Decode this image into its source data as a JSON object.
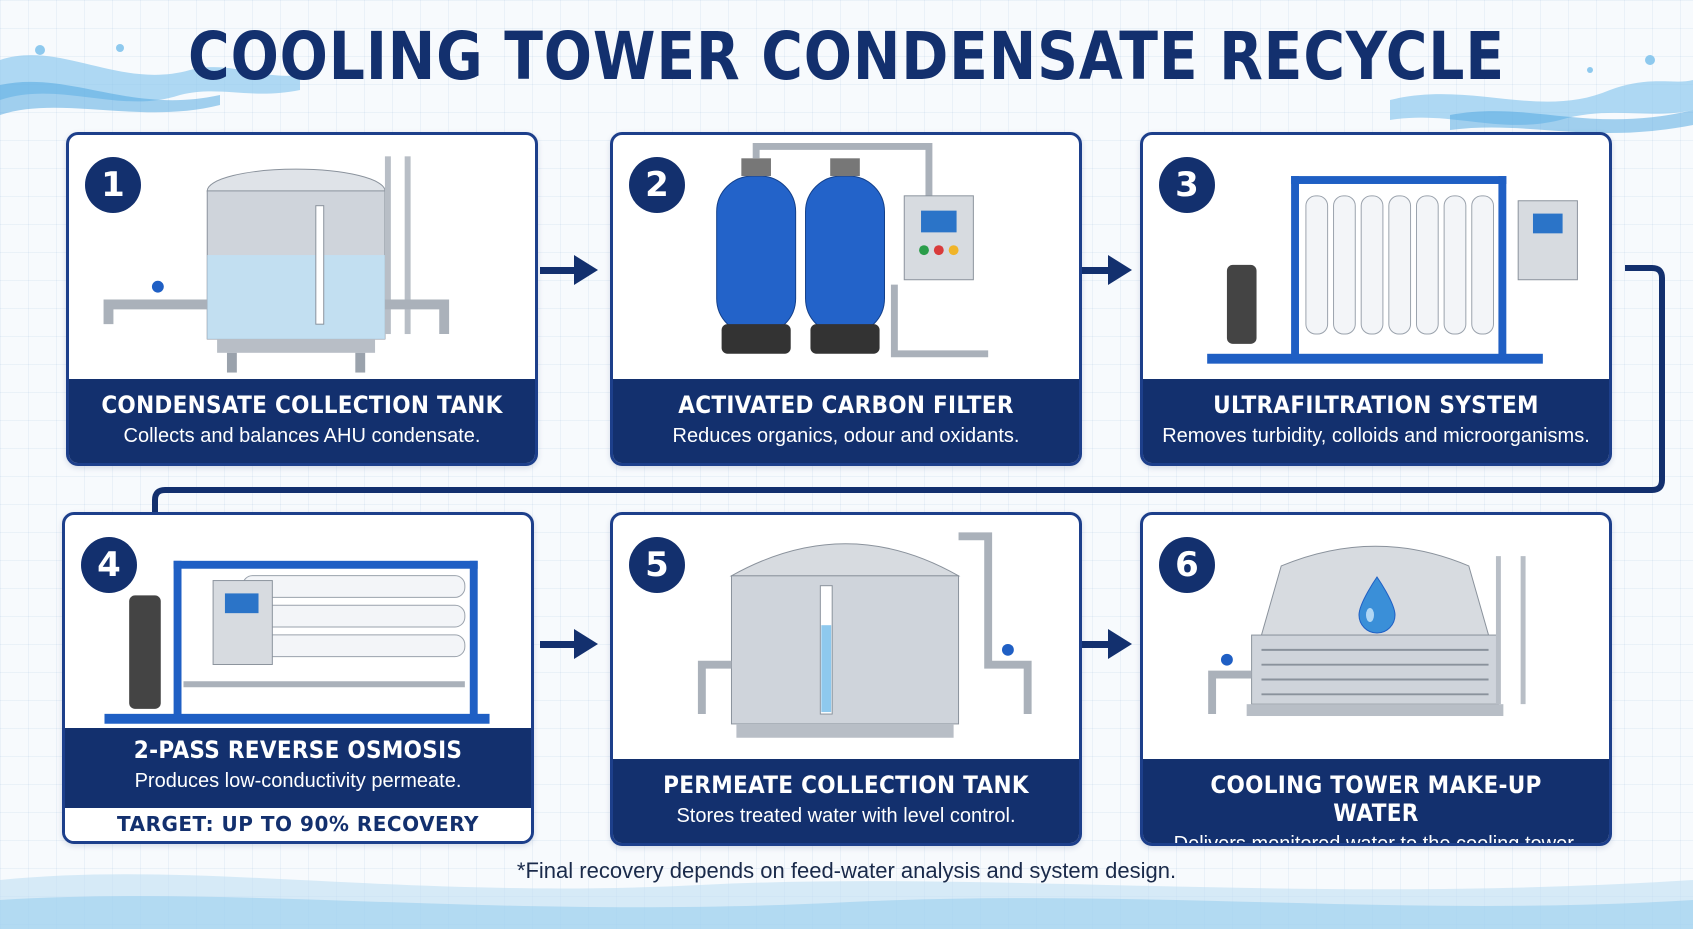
{
  "title": "COOLING TOWER CONDENSATE RECYCLE",
  "steps": [
    {
      "number": "1",
      "title": "CONDENSATE  COLLECTION TANK",
      "desc": "Collects and balances AHU condensate."
    },
    {
      "number": "2",
      "title": "ACTIVATED CARBON FILTER",
      "desc": "Reduces organics, odour and oxidants."
    },
    {
      "number": "3",
      "title": "ULTRAFILTRATION SYSTEM",
      "desc": "Removes turbidity, colloids and microorganisms."
    },
    {
      "number": "4",
      "title": "2-PASS REVERSE OSMOSIS",
      "desc": "Produces low-conductivity permeate.",
      "target": "TARGET: UP TO 90% RECOVERY"
    },
    {
      "number": "5",
      "title": "PERMEATE COLLECTION TANK",
      "desc": "Stores treated water with level control."
    },
    {
      "number": "6",
      "title": "COOLING TOWER MAKE-UP WATER",
      "desc": "Delivers monitored water to the cooling tower."
    }
  ],
  "footnote": "*Final recovery depends on feed-water analysis and system design.",
  "colors": {
    "navy": "#13306e",
    "blue": "#1f5fc4",
    "steel": "#c9ced6",
    "water": "#bfe0f4"
  },
  "icons": [
    "water-drop-icon",
    "arrow-right-icon"
  ]
}
